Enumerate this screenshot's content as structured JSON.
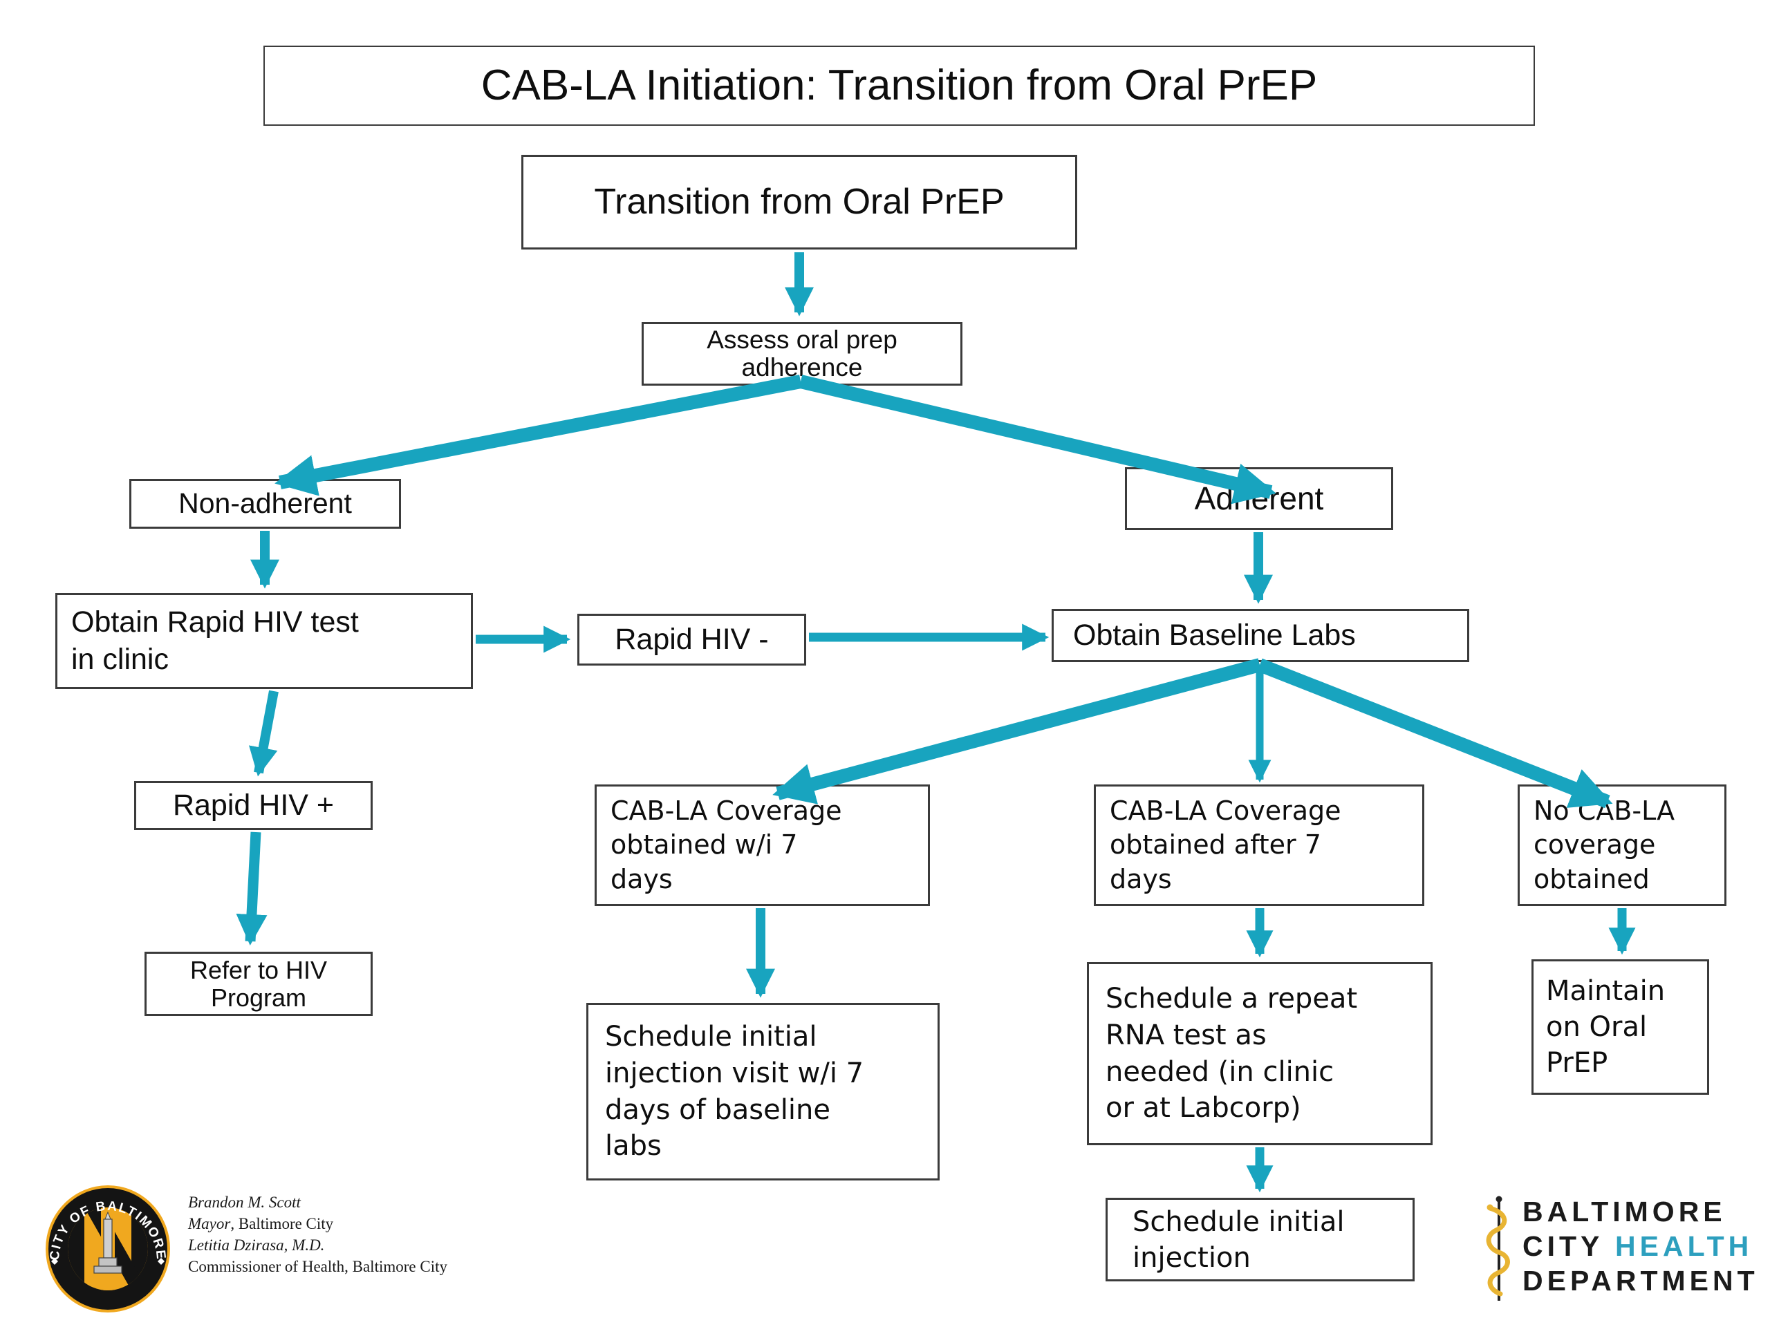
{
  "title": "CAB-LA Initiation: Transition from Oral PrEP",
  "colors": {
    "arrow_teal": "#18a4bf",
    "health_teal": "#2d9fbe",
    "seal_gold": "#f0a81f",
    "snake_gold": "#e8b433",
    "box_border": "#3b3b3b"
  },
  "nodes": {
    "transition": "Transition from Oral PrEP",
    "assess": "Assess oral prep\nadherence",
    "non_adherent": "Non-adherent",
    "adherent": "Adherent",
    "obtain_rapid": "Obtain Rapid HIV test\nin clinic",
    "rapid_neg": "Rapid HIV -",
    "baseline_labs": "Obtain Baseline Labs",
    "rapid_pos": "Rapid HIV +",
    "refer_hiv": "Refer to HIV\nProgram",
    "cov_within7": "CAB-LA Coverage\nobtained w/i 7\ndays",
    "cov_after7": "CAB-LA Coverage\nobtained after 7\ndays",
    "no_cov": "No CAB-LA\ncoverage\nobtained",
    "sched_visit": "Schedule initial\ninjection visit w/i 7\ndays of baseline\nlabs",
    "sched_rna": "Schedule a repeat\nRNA test as\nneeded (in clinic\nor at Labcorp)",
    "sched_injection": "Schedule initial\ninjection",
    "maintain": "Maintain\non Oral\nPrEP"
  },
  "footer": {
    "seal_text": "CITY OF BALTIMORE",
    "mayor_name": "Brandon M. Scott",
    "mayor_title_italic": "Mayor",
    "mayor_title_rest": ", Baltimore City",
    "commissioner_name": "Letitia Dzirasa, M.D.",
    "commissioner_title": "Commissioner of Health, Baltimore City",
    "dept_line1": "BALTIMORE",
    "dept_line2_black": "CITY ",
    "dept_line2_teal": "HEALTH",
    "dept_line3": "DEPARTMENT"
  }
}
